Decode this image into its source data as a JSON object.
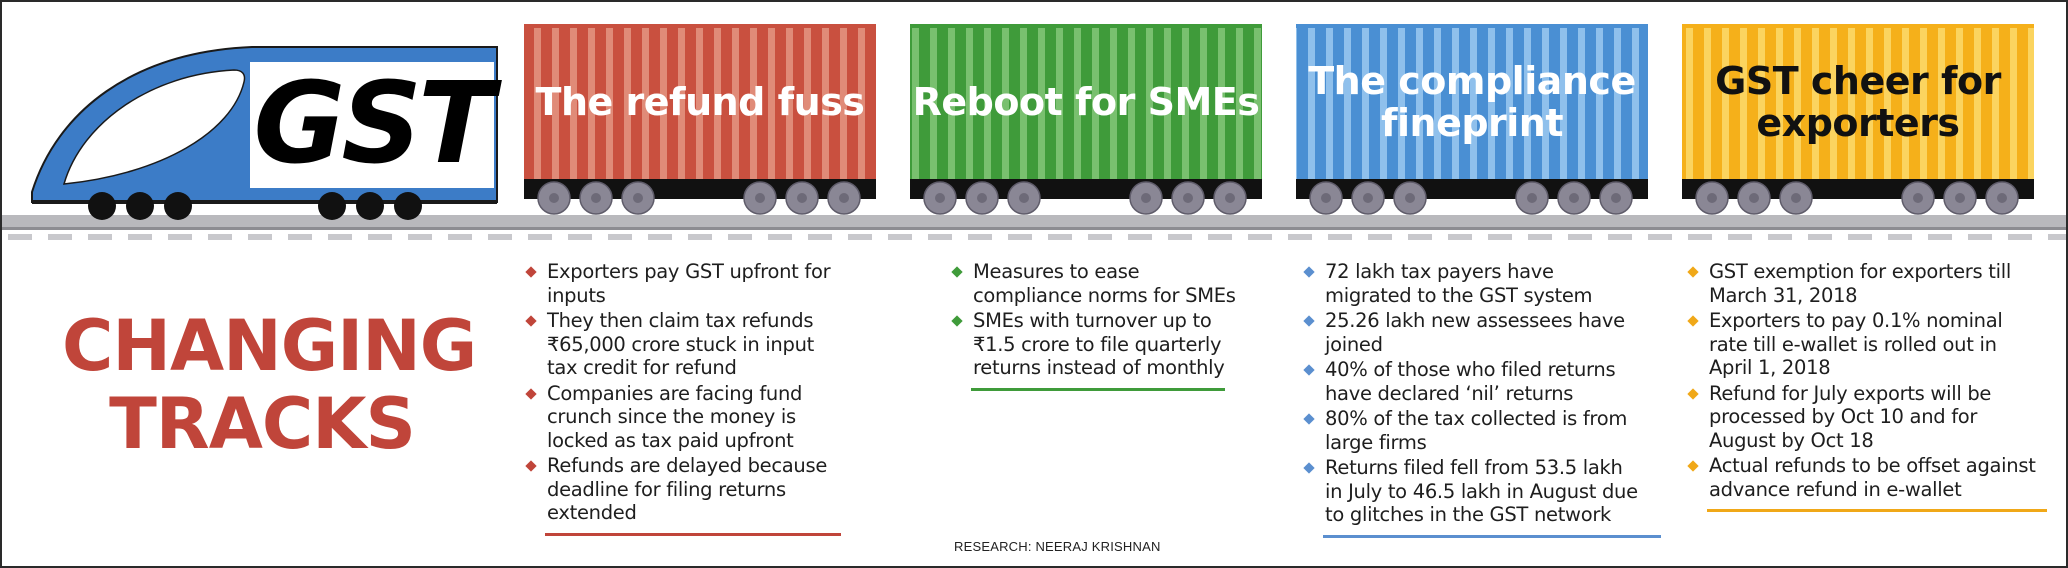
{
  "locomotive": {
    "label": "GST"
  },
  "headline": {
    "line1": "CHANGING",
    "line2": "TRACKS"
  },
  "wagons": [
    {
      "title_lines": [
        "The refund fuss"
      ],
      "color": "#c9503f",
      "stripe_color": "#e08b78",
      "title_color": "#ffffff",
      "bullet_color": "#c0453a",
      "points": [
        "Exporters pay GST upfront for inputs",
        "They then claim tax refunds ₹65,000 crore stuck in input tax credit for refund",
        "Companies are facing fund crunch since the money is locked as tax paid upfront",
        "Refunds are delayed because deadline for filing returns extended"
      ]
    },
    {
      "title_lines": [
        "Reboot for SMEs"
      ],
      "color": "#3f9b3a",
      "stripe_color": "#79c06f",
      "title_color": "#ffffff",
      "bullet_color": "#3f9b3a",
      "points": [
        "Measures to ease compliance norms for SMEs",
        "SMEs with turnover up to ₹1.5 crore to file quarterly returns instead of monthly"
      ]
    },
    {
      "title_lines": [
        "The compliance",
        "fineprint"
      ],
      "color": "#4a8fd3",
      "stripe_color": "#8fc0ec",
      "title_color": "#ffffff",
      "bullet_color": "#5b8fcf",
      "points": [
        "72 lakh tax payers have migrated to the GST system",
        "25.26 lakh new assessees have joined",
        "40% of those who filed returns have declared ‘nil’ returns",
        "80% of the tax collected is from large firms",
        "Returns filed fell from 53.5 lakh in July to 46.5 lakh in August due to glitches in the GST network"
      ]
    },
    {
      "title_lines": [
        "GST cheer for",
        "exporters"
      ],
      "color": "#f5b01a",
      "stripe_color": "#fbd45f",
      "title_color": "#111111",
      "bullet_color": "#f0a818",
      "points": [
        "GST exemption for exporters till March 31, 2018",
        "Exporters to pay 0.1% nominal rate till e-wallet is rolled out in April 1, 2018",
        "Refund for July exports will be processed by Oct 10 and for August by Oct 18",
        "Actual refunds to be offset against advance refund in e-wallet"
      ]
    }
  ],
  "credit": "RESEARCH: NEERAJ KRISHNAN",
  "colors": {
    "locomotive_blue": "#3c7cc7",
    "headline_red": "#c0453a",
    "rail_grey": "#b9b9bd",
    "wheel_grey": "#8a8795",
    "chassis": "#111111"
  }
}
